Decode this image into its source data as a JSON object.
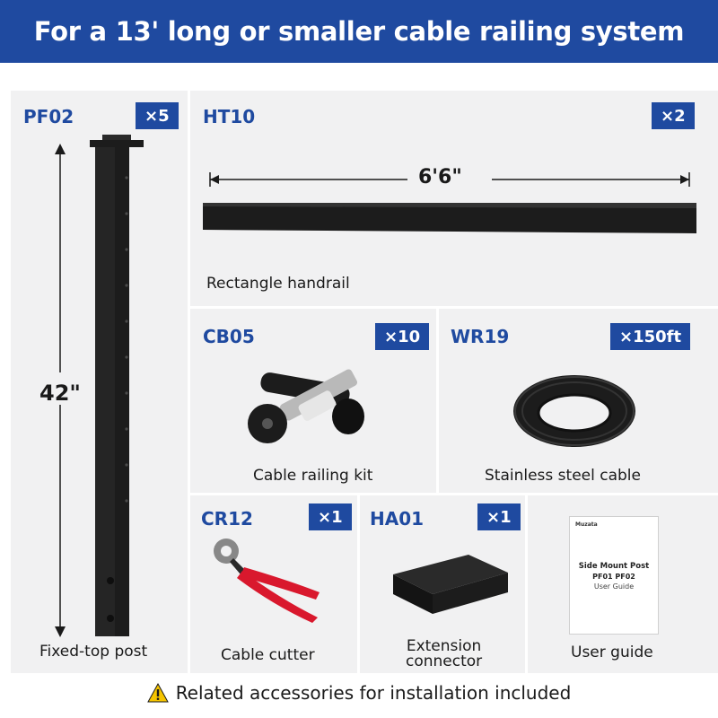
{
  "header": {
    "title": "For a 13' long or smaller cable railing system"
  },
  "colors": {
    "brand": "#1f4aa0",
    "panel": "#f1f1f2",
    "product": "#1c1c1c",
    "handle": "#d9182d"
  },
  "items": {
    "pf02": {
      "code": "PF02",
      "qty": "×5",
      "label": "Fixed-top post",
      "height": "42\""
    },
    "ht10": {
      "code": "HT10",
      "qty": "×2",
      "label": "Rectangle handrail",
      "length": "6'6\""
    },
    "cb05": {
      "code": "CB05",
      "qty": "×10",
      "label": "Cable railing kit"
    },
    "wr19": {
      "code": "WR19",
      "qty": "×150ft",
      "label": "Stainless steel cable"
    },
    "cr12": {
      "code": "CR12",
      "qty": "×1",
      "label": "Cable cutter"
    },
    "ha01": {
      "code": "HA01",
      "qty": "×1",
      "label_line1": "Extension",
      "label_line2": "connector"
    },
    "guide": {
      "label": "User guide",
      "brand": "Muzata",
      "title_line1": "Side Mount Post",
      "title_line2": "PF01 PF02",
      "title_line3": "User Guide"
    }
  },
  "footer": {
    "text": "Related accessories for installation included",
    "icon": "warning-icon"
  }
}
